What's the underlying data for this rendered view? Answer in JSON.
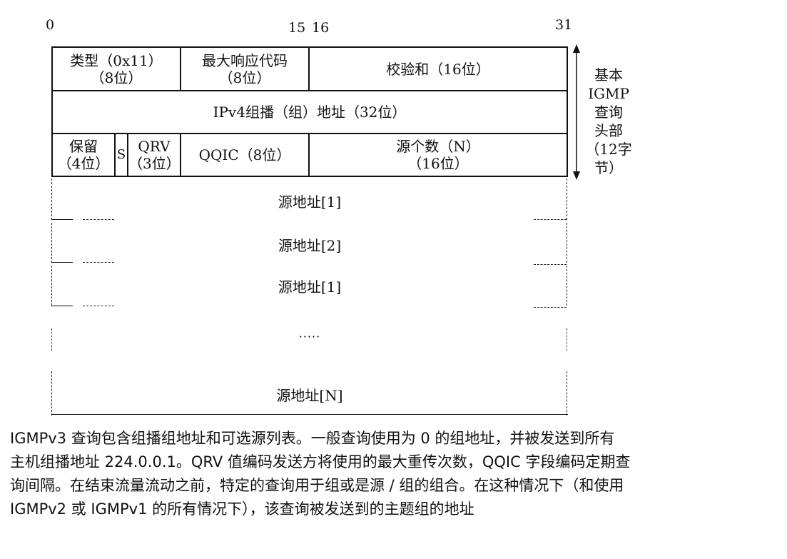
{
  "bits": {
    "b0": "0",
    "b15": "15",
    "b16": "16",
    "b31": "31"
  },
  "header": {
    "row1": {
      "type": [
        "类型（0x11）",
        "（8位）"
      ],
      "max_resp": [
        "最大响应代码",
        "（8位）"
      ],
      "checksum": "校验和（16位）"
    },
    "row2": {
      "group_addr": "IPv4组播（组）地址（32位）"
    },
    "row3": {
      "reserved": [
        "保留",
        "（4位）"
      ],
      "s": "S",
      "qrv": [
        "QRV",
        "（3位）"
      ],
      "qqic": "QQIC（8位）",
      "num_src": [
        "源个数（N）",
        "（16位）"
      ]
    }
  },
  "sources": {
    "s1": "源地址[1]",
    "s2": "源地址[2]",
    "s3": "源地址[1]",
    "ellipsis": "·····",
    "sn": "源地址[N]"
  },
  "side_label": [
    "基本",
    "IGMP",
    "查询",
    "头部",
    "（12字节）"
  ],
  "caption": [
    "IGMPv3 查询包含组播组地址和可选源列表。一般查询使用为 0 的组地址，并被发送到所有",
    "主机组播地址 224.0.0.1。QRV 值编码发送方将使用的最大重传次数，QQIC 字段编码定期查",
    "询间隔。在结束流量流动之前，特定的查询用于组或是源 / 组的组合。在这种情况下（和使用",
    "IGMPv2 或 IGMPv1 的所有情况下），该查询被发送到的主题组的地址"
  ]
}
